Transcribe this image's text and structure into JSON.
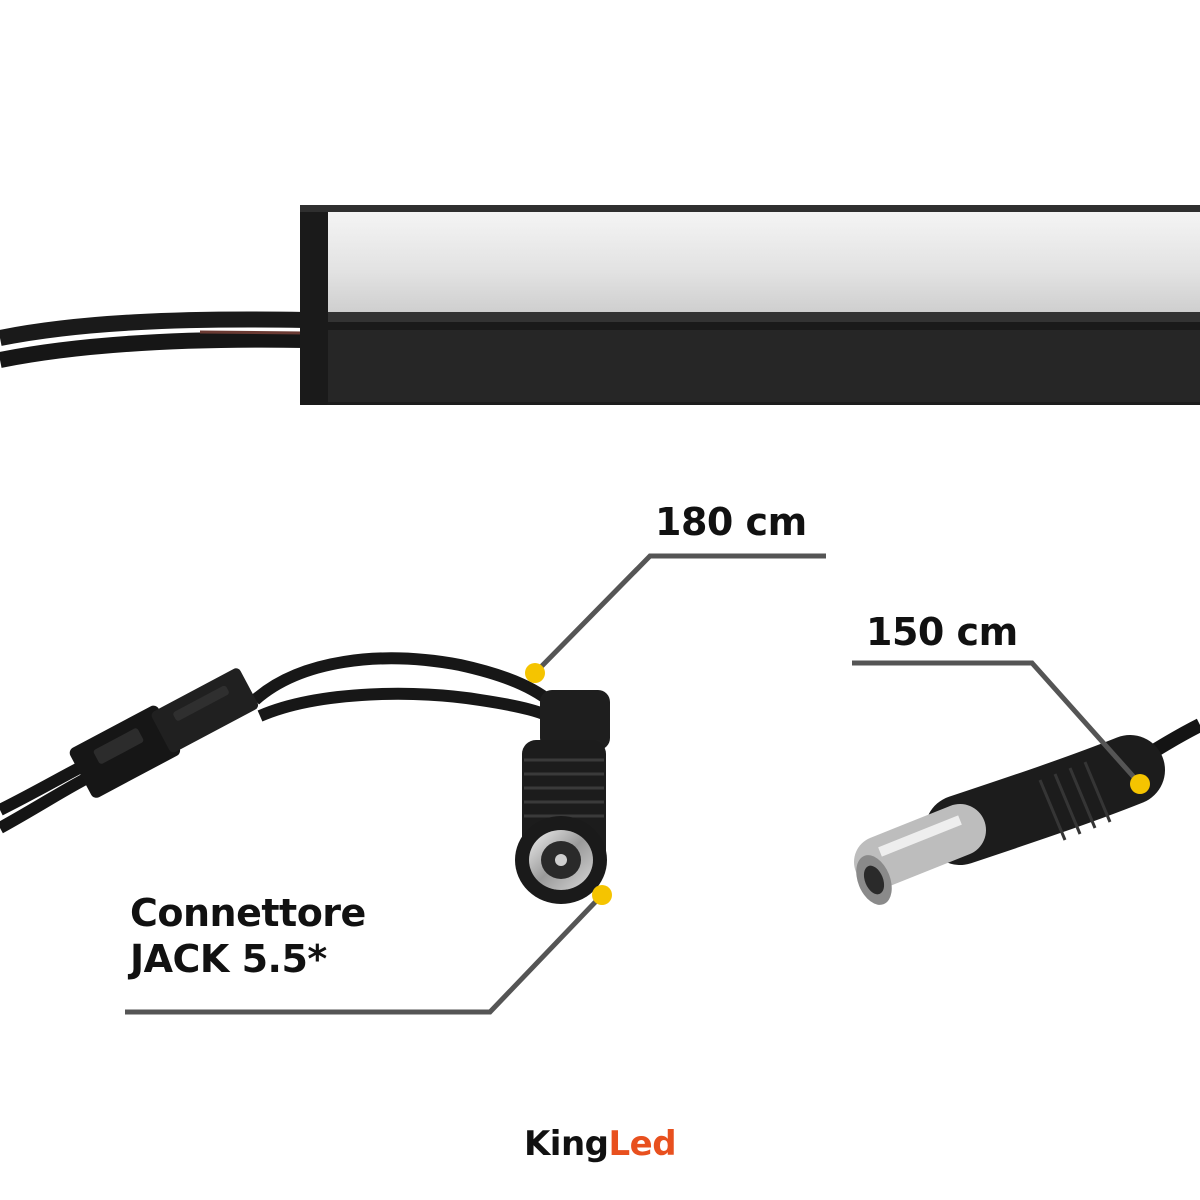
{
  "labels": {
    "length_adapter": "180 cm",
    "length_plug": "150 cm",
    "connector_line1": "Connettore",
    "connector_line2": "JACK 5.5*"
  },
  "brand": {
    "part1": "King",
    "part2": "Led",
    "color_primary": "#111111",
    "color_accent": "#e8501e"
  },
  "colors": {
    "marker_dot": "#f5c400",
    "leader_line": "#555555",
    "profile_body": "#2a2a2a",
    "diffuser": "#e4e4e4"
  }
}
